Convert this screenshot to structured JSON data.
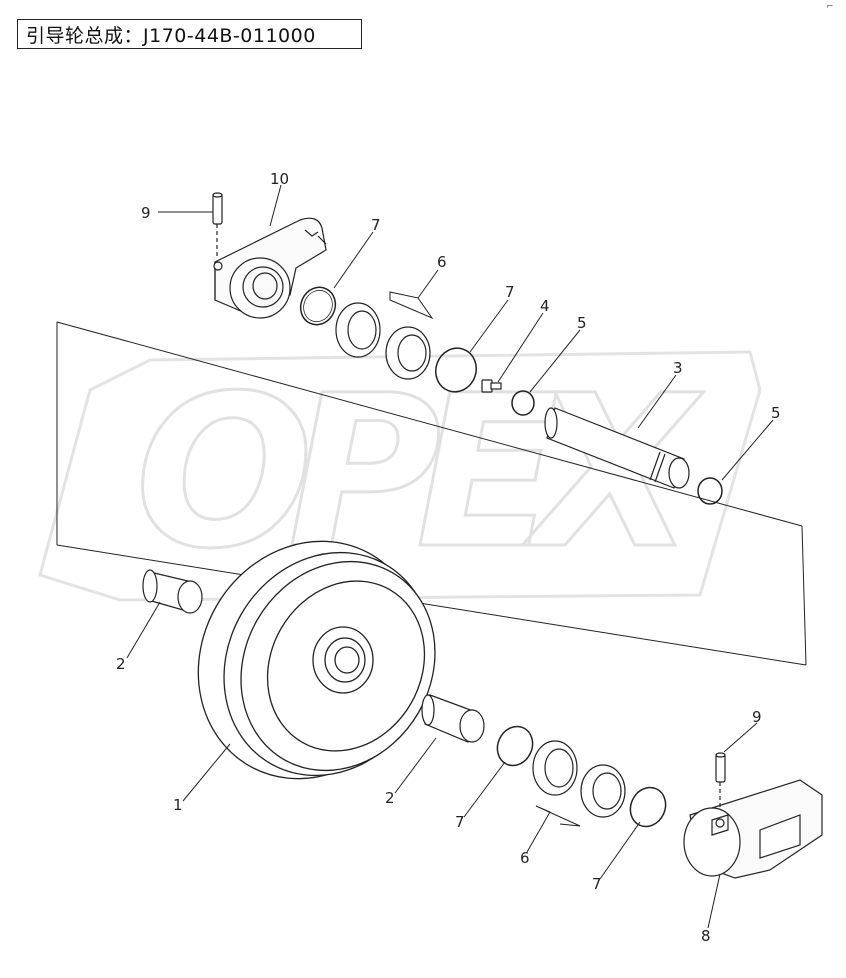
{
  "header": {
    "title": "引导轮总成：J170-44B-011000"
  },
  "watermark": {
    "text": "OPEX"
  },
  "corner_mark": "⌐",
  "callouts": [
    {
      "id": "c10",
      "text": "10"
    },
    {
      "id": "c9a",
      "text": "9"
    },
    {
      "id": "c7a",
      "text": "7"
    },
    {
      "id": "c6a",
      "text": "6"
    },
    {
      "id": "c7b",
      "text": "7"
    },
    {
      "id": "c4",
      "text": "4"
    },
    {
      "id": "c5a",
      "text": "5"
    },
    {
      "id": "c3",
      "text": "3"
    },
    {
      "id": "c5b",
      "text": "5"
    },
    {
      "id": "c2a",
      "text": "2"
    },
    {
      "id": "c1",
      "text": "1"
    },
    {
      "id": "c2b",
      "text": "2"
    },
    {
      "id": "c7c",
      "text": "7"
    },
    {
      "id": "c6b",
      "text": "6"
    },
    {
      "id": "c7d",
      "text": "7"
    },
    {
      "id": "c9b",
      "text": "9"
    },
    {
      "id": "c8",
      "text": "8"
    }
  ]
}
